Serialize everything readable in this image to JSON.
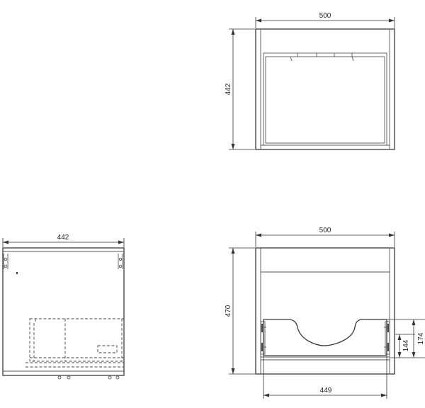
{
  "views": {
    "top_view": {
      "width_label": "500",
      "depth_label": "442"
    },
    "side_view": {
      "width_label": "442"
    },
    "front_view": {
      "width_label": "500",
      "height_label": "470",
      "drawer_width_label": "449",
      "drawer_height_outer_label": "174",
      "drawer_height_inner_label": "144"
    }
  }
}
